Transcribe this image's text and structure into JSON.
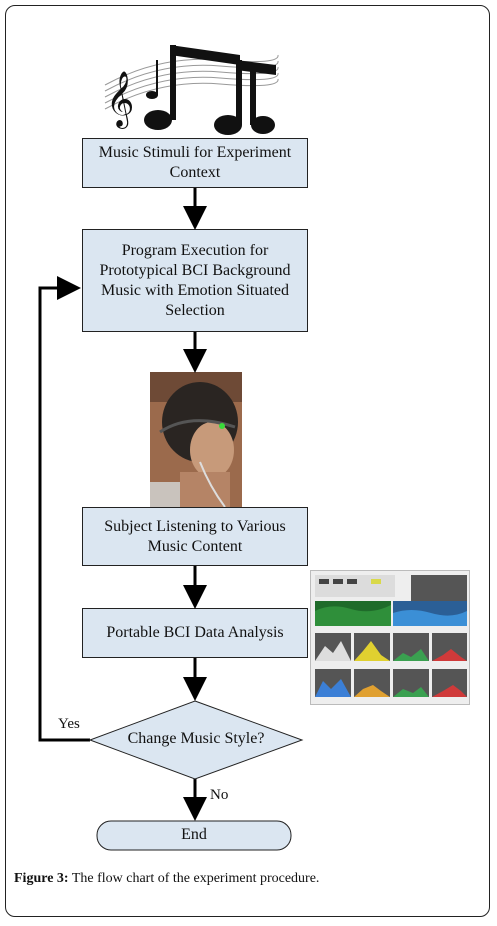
{
  "nodes": {
    "n1": "Music Stimuli for Experiment\nContext",
    "n2": "Program Execution for\nPrototypical BCI Background\nMusic with Emotion Situated\nSelection",
    "n3": "Subject Listening to Various\nMusic Content",
    "n4": "Portable BCI Data Analysis",
    "decision": "Change Music Style?",
    "end": "End"
  },
  "edges": {
    "yes": "Yes",
    "no": "No"
  },
  "caption": {
    "prefix": "Figure 3:",
    "text": " The flow chart of the experiment procedure."
  },
  "colors": {
    "box_fill": "#dbe6f1",
    "line": "#000000"
  },
  "icons": {
    "music": "music-notes-image",
    "subject": "subject-photo",
    "analysis": "bci-dashboard-screenshot"
  }
}
